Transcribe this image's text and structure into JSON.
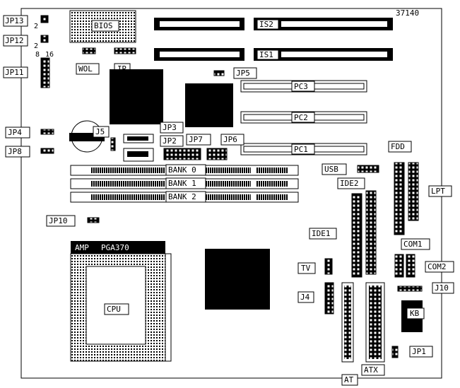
{
  "figure_id": "37140",
  "jumpers": {
    "jp13": "JP13",
    "jp12": "JP12",
    "jp11": "JP11",
    "jp11_pin_left": "8",
    "jp11_pin_right": "16",
    "jp13_pin": "2",
    "jp12_pin": "2",
    "jp4": "JP4",
    "jp8": "JP8",
    "jp10": "JP10",
    "jp5": "JP5",
    "jp3": "JP3",
    "jp2": "JP2",
    "jp7": "JP7",
    "jp6": "JP6",
    "jp1": "JP1",
    "j5": "J5",
    "j4": "J4",
    "j10": "J10"
  },
  "components": {
    "bios": "BIOS",
    "wol": "WOL",
    "ir": "IR",
    "is2": "IS2",
    "is1": "IS1",
    "pc3": "PC3",
    "pc2": "PC2",
    "pc1": "PC1",
    "bank0": "BANK 0",
    "bank1": "BANK 1",
    "bank2": "BANK 2",
    "usb": "USB",
    "fdd": "FDD",
    "lpt": "LPT",
    "ide2": "IDE2",
    "ide1": "IDE1",
    "com1": "COM1",
    "com2": "COM2",
    "tv": "TV",
    "kb": "KB",
    "at": "AT",
    "atx": "ATX",
    "socket_brand": "AMP",
    "socket_type": "PGA370",
    "cpu": "CPU"
  }
}
